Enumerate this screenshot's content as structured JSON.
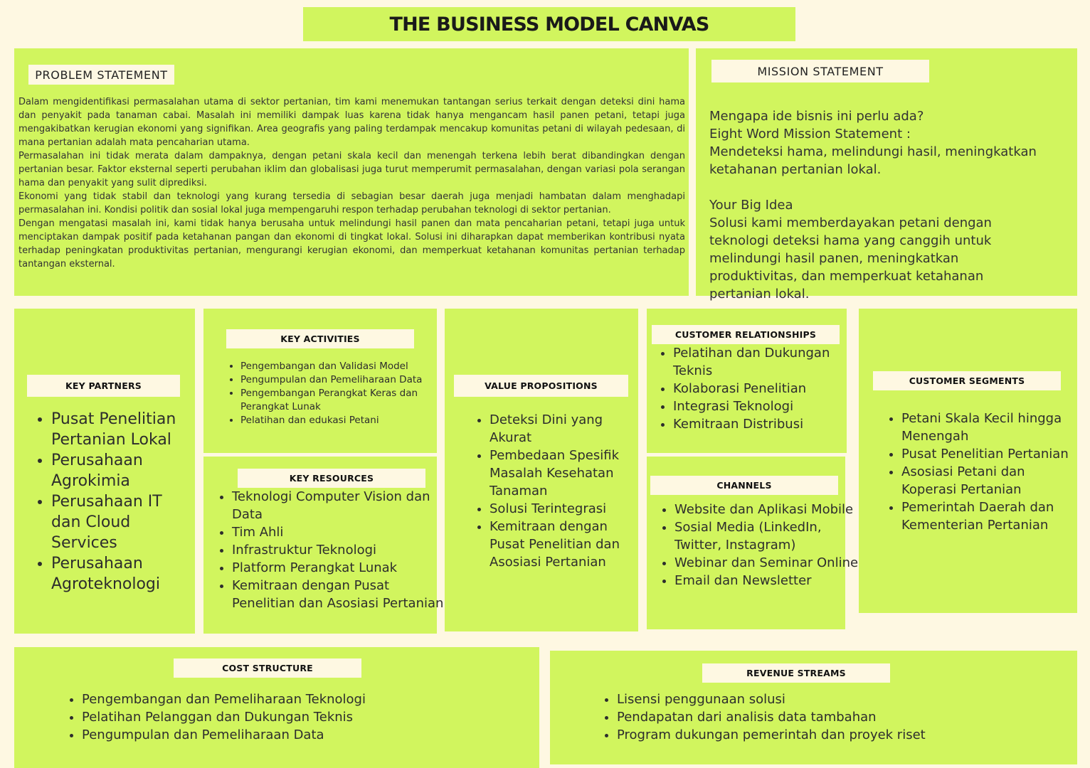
{
  "title": "THE BUSINESS MODEL CANVAS",
  "problem": {
    "label": "PROBLEM STATEMENT",
    "paragraphs": [
      "Dalam mengidentifikasi permasalahan utama di sektor pertanian, tim kami menemukan tantangan serius terkait dengan deteksi dini hama dan penyakit pada tanaman cabai. Masalah ini memiliki dampak luas karena tidak hanya mengancam hasil panen petani, tetapi juga mengakibatkan kerugian ekonomi yang signifikan. Area geografis yang paling terdampak mencakup komunitas petani di wilayah pedesaan, di mana pertanian adalah mata pencaharian utama.",
      "Permasalahan ini tidak merata dalam dampaknya, dengan petani skala kecil dan menengah terkena lebih berat dibandingkan dengan pertanian besar. Faktor eksternal seperti perubahan iklim dan globalisasi juga turut memperumit permasalahan, dengan variasi pola serangan hama dan penyakit yang sulit diprediksi.",
      "Ekonomi yang tidak stabil dan teknologi yang kurang tersedia di sebagian besar daerah juga menjadi hambatan dalam menghadapi permasalahan ini. Kondisi politik dan sosial lokal juga mempengaruhi respon terhadap perubahan teknologi di sektor pertanian.",
      "Dengan mengatasi masalah ini, kami tidak hanya berusaha untuk melindungi hasil panen dan mata pencaharian petani, tetapi juga untuk menciptakan dampak positif pada ketahanan pangan dan ekonomi di tingkat lokal. Solusi ini diharapkan dapat memberikan kontribusi nyata terhadap peningkatan produktivitas pertanian, mengurangi kerugian ekonomi, dan memperkuat ketahanan komunitas pertanian terhadap tantangan eksternal."
    ]
  },
  "mission": {
    "label": "MISSION STATEMENT",
    "question": "Mengapa ide bisnis ini perlu ada?",
    "eight_word_label": "Eight Word Mission Statement :",
    "eight_word": "Mendeteksi hama, melindungi hasil, meningkatkan ketahanan pertanian lokal.",
    "big_idea_label": "Your Big Idea",
    "big_idea": "Solusi kami memberdayakan petani dengan teknologi deteksi hama yang canggih untuk melindungi hasil panen, meningkatkan produktivitas, dan memperkuat ketahanan pertanian lokal."
  },
  "key_partners": {
    "label": "KEY PARTNERS",
    "items": [
      "Pusat Penelitian Pertanian Lokal",
      "Perusahaan Agrokimia",
      "Perusahaan IT dan Cloud Services",
      "Perusahaan Agroteknologi"
    ]
  },
  "key_activities": {
    "label": "KEY ACTIVITIES",
    "items": [
      "Pengembangan dan Validasi Model",
      "Pengumpulan dan Pemeliharaan Data",
      "Pengembangan Perangkat Keras dan Perangkat Lunak",
      "Pelatihan dan edukasi Petani"
    ]
  },
  "key_resources": {
    "label": "KEY RESOURCES",
    "items": [
      "Teknologi Computer Vision dan Data",
      "Tim Ahli",
      "Infrastruktur Teknologi",
      "Platform Perangkat Lunak",
      "Kemitraan dengan Pusat Penelitian dan Asosiasi Pertanian"
    ]
  },
  "value_propositions": {
    "label": "VALUE PROPOSITIONS",
    "items": [
      "Deteksi Dini yang Akurat",
      "Pembedaan Spesifik Masalah Kesehatan Tanaman",
      "Solusi Terintegrasi",
      "Kemitraan dengan Pusat Penelitian dan Asosiasi Pertanian"
    ]
  },
  "customer_relationships": {
    "label": "CUSTOMER RELATIONSHIPS",
    "items": [
      "Pelatihan dan Dukungan Teknis",
      "Kolaborasi Penelitian",
      "Integrasi Teknologi",
      "Kemitraan Distribusi"
    ]
  },
  "channels": {
    "label": "CHANNELS",
    "items": [
      "Website dan Aplikasi Mobile",
      "Sosial Media (LinkedIn, Twitter, Instagram)",
      "Webinar dan Seminar Online",
      "Email dan Newsletter"
    ]
  },
  "customer_segments": {
    "label": "CUSTOMER SEGMENTS",
    "items": [
      "Petani Skala Kecil hingga Menengah",
      "Pusat Penelitian Pertanian",
      "Asosiasi Petani dan Koperasi Pertanian",
      "Pemerintah Daerah dan Kementerian Pertanian"
    ]
  },
  "cost_structure": {
    "label": "COST STRUCTURE",
    "items": [
      "Pengembangan dan Pemeliharaan Teknologi",
      "Pelatihan Pelanggan dan Dukungan Teknis",
      "Pengumpulan dan Pemeliharaan Data"
    ]
  },
  "revenue_streams": {
    "label": "REVENUE STREAMS",
    "items": [
      "Lisensi penggunaan solusi",
      "Pendapatan dari analisis data tambahan",
      "Program dukungan pemerintah dan proyek riset"
    ]
  }
}
